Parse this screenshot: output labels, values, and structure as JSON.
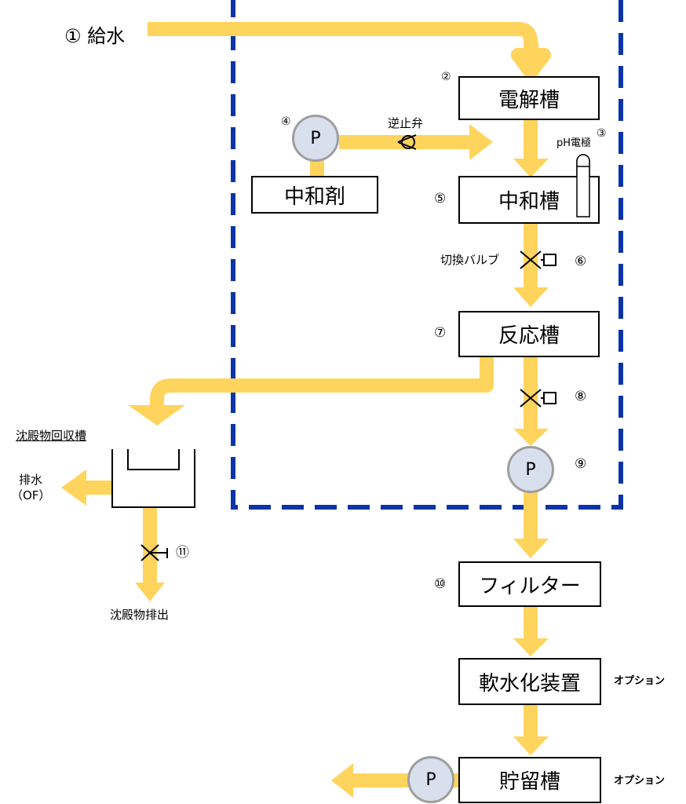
{
  "title_label": "① 給水",
  "boundary_color": "#0a34a8",
  "pipe_color": "#ffd45c",
  "pump_fill": "#d8e0ee",
  "pump_letter": "P",
  "nodes": {
    "electrolysis_tank": {
      "num": "②",
      "label": "電解槽"
    },
    "ph_electrode": {
      "num": "③",
      "label": "pH電極"
    },
    "neutralizer_pump": {
      "num": "④"
    },
    "neutralizer": {
      "label": "中和剤"
    },
    "check_valve": {
      "label": "逆止弁"
    },
    "neutralization_tank": {
      "num": "⑤",
      "label": "中和槽"
    },
    "switch_valve": {
      "num": "⑥",
      "label": "切換バルブ"
    },
    "reaction_tank": {
      "num": "⑦",
      "label": "反応槽"
    },
    "valve_8": {
      "num": "⑧"
    },
    "pump_9": {
      "num": "⑨"
    },
    "filter": {
      "num": "⑩",
      "label": "フィルター"
    },
    "softener": {
      "label": "軟水化装置",
      "note": "オプション"
    },
    "storage_tank": {
      "label": "貯留槽",
      "note": "オプション"
    },
    "sediment_tank": {
      "label": "沈殿物回収槽"
    },
    "drain": {
      "label": "排水",
      "sub": "（OF）"
    },
    "valve_11": {
      "num": "⑪"
    },
    "sediment_discharge": {
      "label": "沈殿物排出"
    }
  }
}
